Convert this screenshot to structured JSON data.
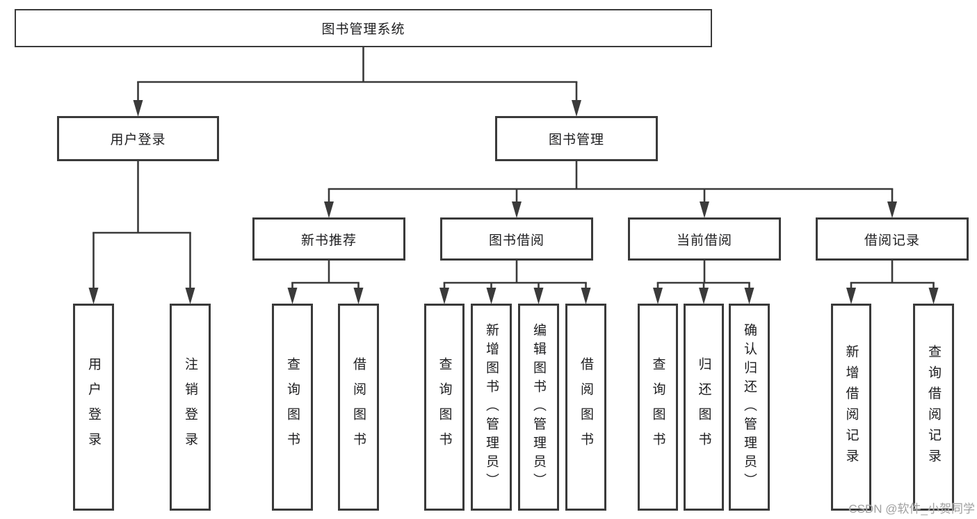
{
  "diagram": {
    "title": "图书管理系统",
    "nodes": [
      {
        "id": "root",
        "label": "图书管理系统",
        "parent": null
      },
      {
        "id": "user-login",
        "label": "用户登录",
        "parent": "root"
      },
      {
        "id": "book-mgmt",
        "label": "图书管理",
        "parent": "root"
      },
      {
        "id": "login",
        "label": "用户登录",
        "parent": "user-login"
      },
      {
        "id": "logout",
        "label": "注销登录",
        "parent": "user-login"
      },
      {
        "id": "new-book-rec",
        "label": "新书推荐",
        "parent": "book-mgmt"
      },
      {
        "id": "book-borrow",
        "label": "图书借阅",
        "parent": "book-mgmt"
      },
      {
        "id": "current-borrow",
        "label": "当前借阅",
        "parent": "book-mgmt"
      },
      {
        "id": "borrow-records",
        "label": "借阅记录",
        "parent": "book-mgmt"
      },
      {
        "id": "nb-query",
        "label": "查询图书",
        "parent": "new-book-rec"
      },
      {
        "id": "nb-borrow",
        "label": "借阅图书",
        "parent": "new-book-rec"
      },
      {
        "id": "bb-query",
        "label": "查询图书",
        "parent": "book-borrow"
      },
      {
        "id": "bb-add",
        "label": "新增图书（管理员）",
        "parent": "book-borrow"
      },
      {
        "id": "bb-edit",
        "label": "编辑图书（管理员）",
        "parent": "book-borrow"
      },
      {
        "id": "bb-borrow",
        "label": "借阅图书",
        "parent": "book-borrow"
      },
      {
        "id": "cb-query",
        "label": "查询图书",
        "parent": "current-borrow"
      },
      {
        "id": "cb-return",
        "label": "归还图书",
        "parent": "current-borrow"
      },
      {
        "id": "cb-confirm",
        "label": "确认归还（管理员）",
        "parent": "current-borrow"
      },
      {
        "id": "br-add",
        "label": "新增借阅记录",
        "parent": "borrow-records"
      },
      {
        "id": "br-query",
        "label": "查询借阅记录",
        "parent": "borrow-records"
      }
    ]
  },
  "watermark": {
    "text": "CSDN @软件_小贺同学"
  },
  "colors": {
    "line": "#3a3a3a",
    "box_border": "#3a3a3a",
    "text": "#1d1d1f",
    "background": "#ffffff",
    "watermark": "#a0a0a0"
  }
}
